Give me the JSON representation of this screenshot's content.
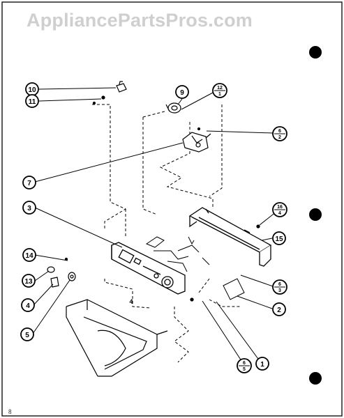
{
  "watermark": "AppliancePartsPros.com",
  "page_number": "8",
  "callouts": [
    {
      "id": "c10",
      "top": "10",
      "bottom": ""
    },
    {
      "id": "c11",
      "top": "11",
      "bottom": ""
    },
    {
      "id": "c9",
      "top": "9",
      "bottom": ""
    },
    {
      "id": "c12",
      "top": "12",
      "bottom": "1"
    },
    {
      "id": "c6a",
      "top": "6",
      "bottom": "2"
    },
    {
      "id": "c7",
      "top": "7",
      "bottom": ""
    },
    {
      "id": "c3",
      "top": "3",
      "bottom": ""
    },
    {
      "id": "c16",
      "top": "16",
      "bottom": "4"
    },
    {
      "id": "c15",
      "top": "15",
      "bottom": ""
    },
    {
      "id": "c14",
      "top": "14",
      "bottom": ""
    },
    {
      "id": "c13",
      "top": "13",
      "bottom": ""
    },
    {
      "id": "c6b",
      "top": "6",
      "bottom": "3"
    },
    {
      "id": "c4",
      "top": "4",
      "bottom": ""
    },
    {
      "id": "c2",
      "top": "2",
      "bottom": ""
    },
    {
      "id": "c5",
      "top": "5",
      "bottom": ""
    },
    {
      "id": "c6c",
      "top": "6",
      "bottom": "5"
    },
    {
      "id": "c1",
      "top": "1",
      "bottom": ""
    }
  ],
  "inline_label": "4"
}
